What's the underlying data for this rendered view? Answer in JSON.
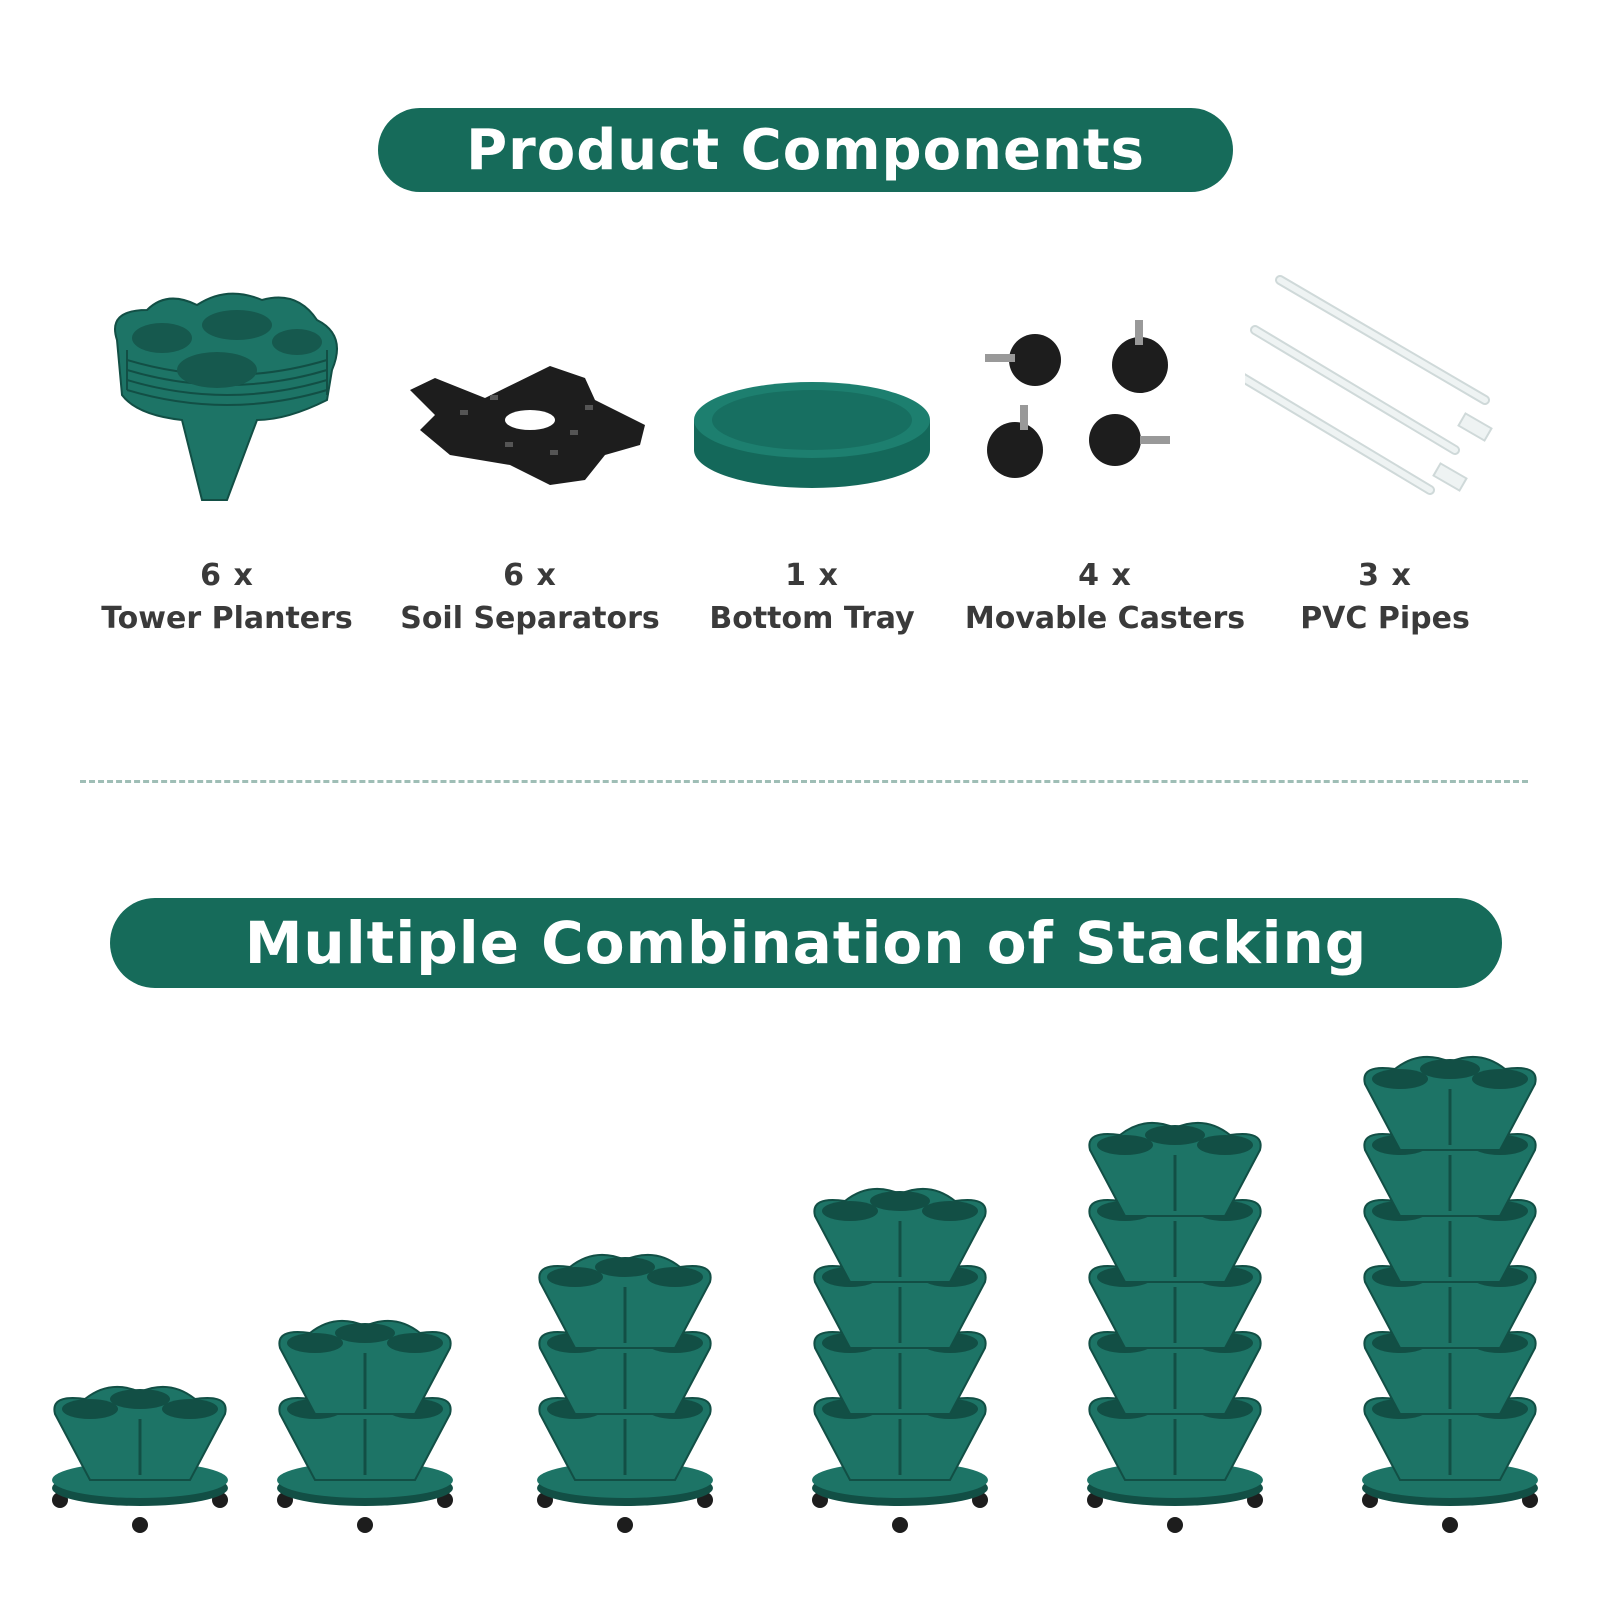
{
  "colors": {
    "brand_green": "#166b5a",
    "planter_teal": "#1d7466",
    "planter_dark": "#124f45",
    "caster_black": "#1d1d1d",
    "pipe_white": "#eef3f3",
    "label_gray": "#3a3a3a",
    "divider": "#9fbeb6"
  },
  "header": {
    "title": "Product Components"
  },
  "components": [
    {
      "qty": "6 x",
      "name": "Tower Planters",
      "icon": "tower-planter-stack-icon"
    },
    {
      "qty": "6 x",
      "name": "Soil Separators",
      "icon": "soil-separator-icon"
    },
    {
      "qty": "1 x",
      "name": "Bottom Tray",
      "icon": "bottom-tray-icon"
    },
    {
      "qty": "4 x",
      "name": "Movable Casters",
      "icon": "caster-wheel-icon"
    },
    {
      "qty": "3 x",
      "name": "PVC Pipes",
      "icon": "pvc-pipe-icon"
    }
  ],
  "stacking": {
    "title": "Multiple Combination of Stacking",
    "tower_tiers": [
      1,
      2,
      3,
      4,
      5,
      6
    ]
  }
}
